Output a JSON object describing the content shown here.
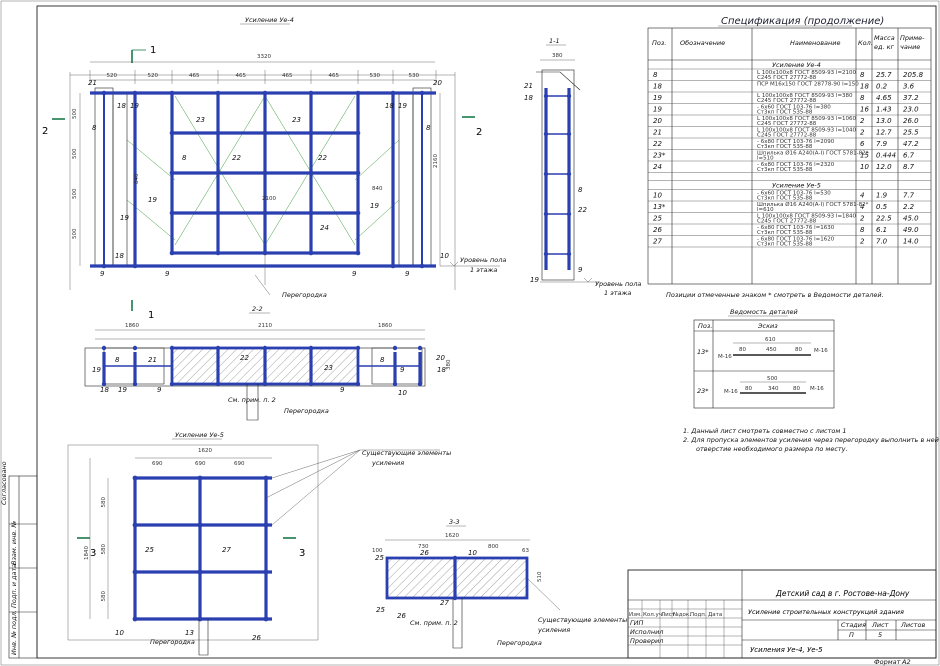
{
  "views": {
    "main_title": "Усиление Уе-4",
    "section_11": "1-1",
    "section_22": "2-2",
    "section_33": "3-3",
    "lower_title": "Усиление Уе-5",
    "cut1": "1",
    "cut2": "2",
    "cut3": "3",
    "floor_level": "Уровень пола\n1 этажа",
    "floor_level_a": "Уровень пола",
    "floor_level_b": "1 этажа",
    "partition": "Перегородка",
    "see_note": "См. прим. п. 2",
    "existing_a": "Существующие элементы",
    "existing_b": "усиления",
    "dims_top": [
      "520",
      "520",
      "465",
      "465",
      "465",
      "465",
      "530",
      "530"
    ],
    "dim_total": "3320",
    "dims_22": [
      "1860",
      "2110",
      "1860"
    ],
    "dims_lower": [
      "690",
      "690",
      "690"
    ],
    "dim_lower_total": "1620",
    "dims_33": [
      "730",
      "800",
      "1620"
    ],
    "right_lbl_a": "ГП",
    "right_lbl_b": "2160"
  },
  "spec": {
    "title": "Спецификация (продолжение)",
    "headers": [
      "Поз.",
      "Обозначение",
      "Наименование",
      "Кол.",
      "Масса ед. кг",
      "Приме-чание"
    ],
    "group1": "Усиление Уе-4",
    "rows1": [
      {
        "pos": "8",
        "name": "L 100х100х8 ГОСТ 8509-93 l=2100\nC245 ГОСТ 27772-88",
        "qty": "8",
        "mass": "25.7",
        "note": "205.8"
      },
      {
        "pos": "18",
        "name": "ПСР М16х150 ГОСТ 28778-90 l=150",
        "qty": "18",
        "mass": "0.2",
        "note": "3.6"
      },
      {
        "pos": "19",
        "name": "L 100х100х8 ГОСТ 8509-93 l=380\nC245 ГОСТ 27772-88",
        "qty": "8",
        "mass": "4.65",
        "note": "37.2"
      },
      {
        "pos": "19",
        "name": "- 6х60 ГОСТ 103-76 l=380\nСт3кп ГОСТ 535-88",
        "qty": "16",
        "mass": "1.43",
        "note": "23.0"
      },
      {
        "pos": "20",
        "name": "L 100х100х8 ГОСТ 8509-93 l=1060\nC245 ГОСТ 27772-88",
        "qty": "2",
        "mass": "13.0",
        "note": "26.0"
      },
      {
        "pos": "21",
        "name": "L 100х100х8 ГОСТ 8509-93 l=1040\nC245 ГОСТ 27772-88",
        "qty": "2",
        "mass": "12.7",
        "note": "25.5"
      },
      {
        "pos": "22",
        "name": "- 6х80 ГОСТ 103-76 l=2090\nСт3кп ГОСТ 535-88",
        "qty": "6",
        "mass": "7.9",
        "note": "47.2"
      },
      {
        "pos": "23*",
        "name": "Шпилька Ø16 А240(А-I) ГОСТ 5781-82*\nl=510",
        "qty": "15",
        "mass": "0.444",
        "note": "6.7"
      },
      {
        "pos": "24",
        "name": "- 6х80 ГОСТ 103-76 l=2320\nСт3кп ГОСТ 535-88",
        "qty": "10",
        "mass": "12.0",
        "note": "8.7"
      }
    ],
    "group2": "Усиление Уе-5",
    "rows2": [
      {
        "pos": "10",
        "name": "- 6х60 ГОСТ 103-76 l=530\nСт3кп ГОСТ 535-88",
        "qty": "4",
        "mass": "1.9",
        "note": "7.7"
      },
      {
        "pos": "13*",
        "name": "Шпилька Ø16 А240(А-I) ГОСТ 5781-82*\nl=610",
        "qty": "4",
        "mass": "0.5",
        "note": "2.2"
      },
      {
        "pos": "25",
        "name": "L 100х100х8 ГОСТ 8509-93 l=1840\nC245 ГОСТ 27772-88",
        "qty": "2",
        "mass": "22.5",
        "note": "45.0"
      },
      {
        "pos": "26",
        "name": "- 6х80 ГОСТ 103-76 l=1630\nСт3кп ГОСТ 535-88",
        "qty": "8",
        "mass": "6.1",
        "note": "49.0"
      },
      {
        "pos": "27",
        "name": "- 6х80 ГОСТ 103-76 l=1620\nСт3кп ГОСТ 535-88",
        "qty": "2",
        "mass": "7.0",
        "note": "14.0"
      }
    ],
    "footnote": "Позиции отмеченные знаком * смотреть в Ведомости деталей."
  },
  "details": {
    "title": "Ведомость деталей",
    "headers": [
      "Поз.",
      "Эскиз"
    ],
    "rows": [
      {
        "pos": "13*",
        "dim_total": "610",
        "dims": [
          "80",
          "450",
          "80"
        ],
        "thread": "M-16"
      },
      {
        "pos": "23*",
        "dim_total": "500",
        "dims": [
          "80",
          "340",
          "80"
        ],
        "thread": "M-16"
      }
    ]
  },
  "notes": [
    "1. Данный лист смотреть совместно с листом 1",
    "2. Для пропуска элементов усиления через перегородку выполнить в ней",
    "отверстие необходимого размера по месту."
  ],
  "stamp": {
    "project": "Детский сад в г. Ростове-на-Дону",
    "section": "Усиление строительных конструкций здания",
    "drawing": "Усиления Уе-4, Уе-5",
    "cols": [
      "Изм.",
      "Кол.уч.",
      "Лист",
      "№док.",
      "Подп.",
      "Дата"
    ],
    "roles": [
      "ГИП",
      "Исполнил",
      "Проверил"
    ],
    "stage_h": "Стадия",
    "sheet_h": "Лист",
    "sheets_h": "Листов",
    "stage": "П",
    "sheet": "5",
    "format": "Формат",
    "format_val": "А2"
  },
  "side_stamp": [
    "Согласовано",
    "Взам. инв. №",
    "Подп. и дата",
    "Инв. № подл."
  ]
}
